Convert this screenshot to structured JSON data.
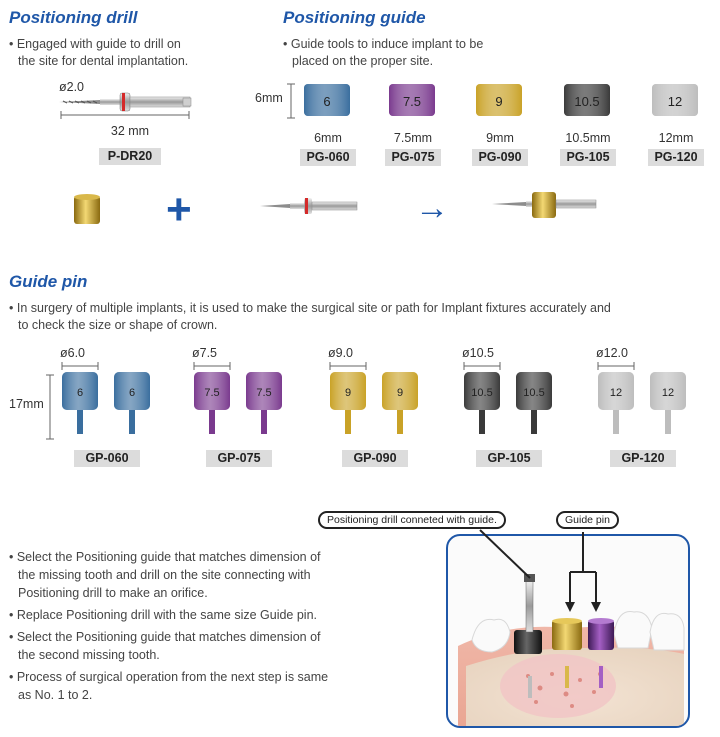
{
  "drill": {
    "title": "Positioning drill",
    "desc": [
      "• Engaged with guide to drill on",
      "the site for dental implantation."
    ],
    "diameter": "ø2.0",
    "length": "32 mm",
    "code": "P-DR20"
  },
  "guide": {
    "title": "Positioning guide",
    "desc": [
      "• Guide tools to induce implant to be",
      "placed on the proper site."
    ],
    "height": "6mm",
    "items": [
      {
        "mark": "6",
        "size": "6mm",
        "code": "PG-060",
        "color": "#3a6e9e"
      },
      {
        "mark": "7.5",
        "size": "7.5mm",
        "code": "PG-075",
        "color": "#7a3a8e"
      },
      {
        "mark": "9",
        "size": "9mm",
        "code": "PG-090",
        "color": "#c9a227"
      },
      {
        "mark": "10.5",
        "size": "10.5mm",
        "code": "PG-105",
        "color": "#3a3a3a"
      },
      {
        "mark": "12",
        "size": "12mm",
        "code": "PG-120",
        "color": "#bdbdbd"
      }
    ]
  },
  "combo": {
    "plus": "+",
    "arrow": "→"
  },
  "pin": {
    "title": "Guide pin",
    "desc": [
      "• In surgery of multiple implants, it is used to make the surgical site or path for Implant fixtures accurately and",
      "to check the size or shape of crown."
    ],
    "height": "17mm",
    "items": [
      {
        "mark": "6",
        "diameter": "ø6.0",
        "code": "GP-060",
        "color": "#3a6e9e"
      },
      {
        "mark": "7.5",
        "diameter": "ø7.5",
        "code": "GP-075",
        "color": "#7a3a8e"
      },
      {
        "mark": "9",
        "diameter": "ø9.0",
        "code": "GP-090",
        "color": "#c9a227"
      },
      {
        "mark": "10.5",
        "diameter": "ø10.5",
        "code": "GP-105",
        "color": "#3a3a3a"
      },
      {
        "mark": "12",
        "diameter": "ø12.0",
        "code": "GP-120",
        "color": "#bdbdbd"
      }
    ]
  },
  "steps": [
    "• Select the Positioning guide that matches dimension of",
    "the missing tooth and drill on the site connecting with",
    "Positioning drill to make an orifice.",
    "• Replace Positioning drill with the same size Guide pin.",
    "• Select the Positioning guide that matches dimension of",
    "the second missing tooth.",
    "• Process of surgical operation from the next step is same",
    "as No. 1 to 2."
  ],
  "illustration": {
    "callout_drill": "Positioning drill conneted with guide.",
    "callout_pin": "Guide pin",
    "frame_color": "#1f57a8"
  }
}
